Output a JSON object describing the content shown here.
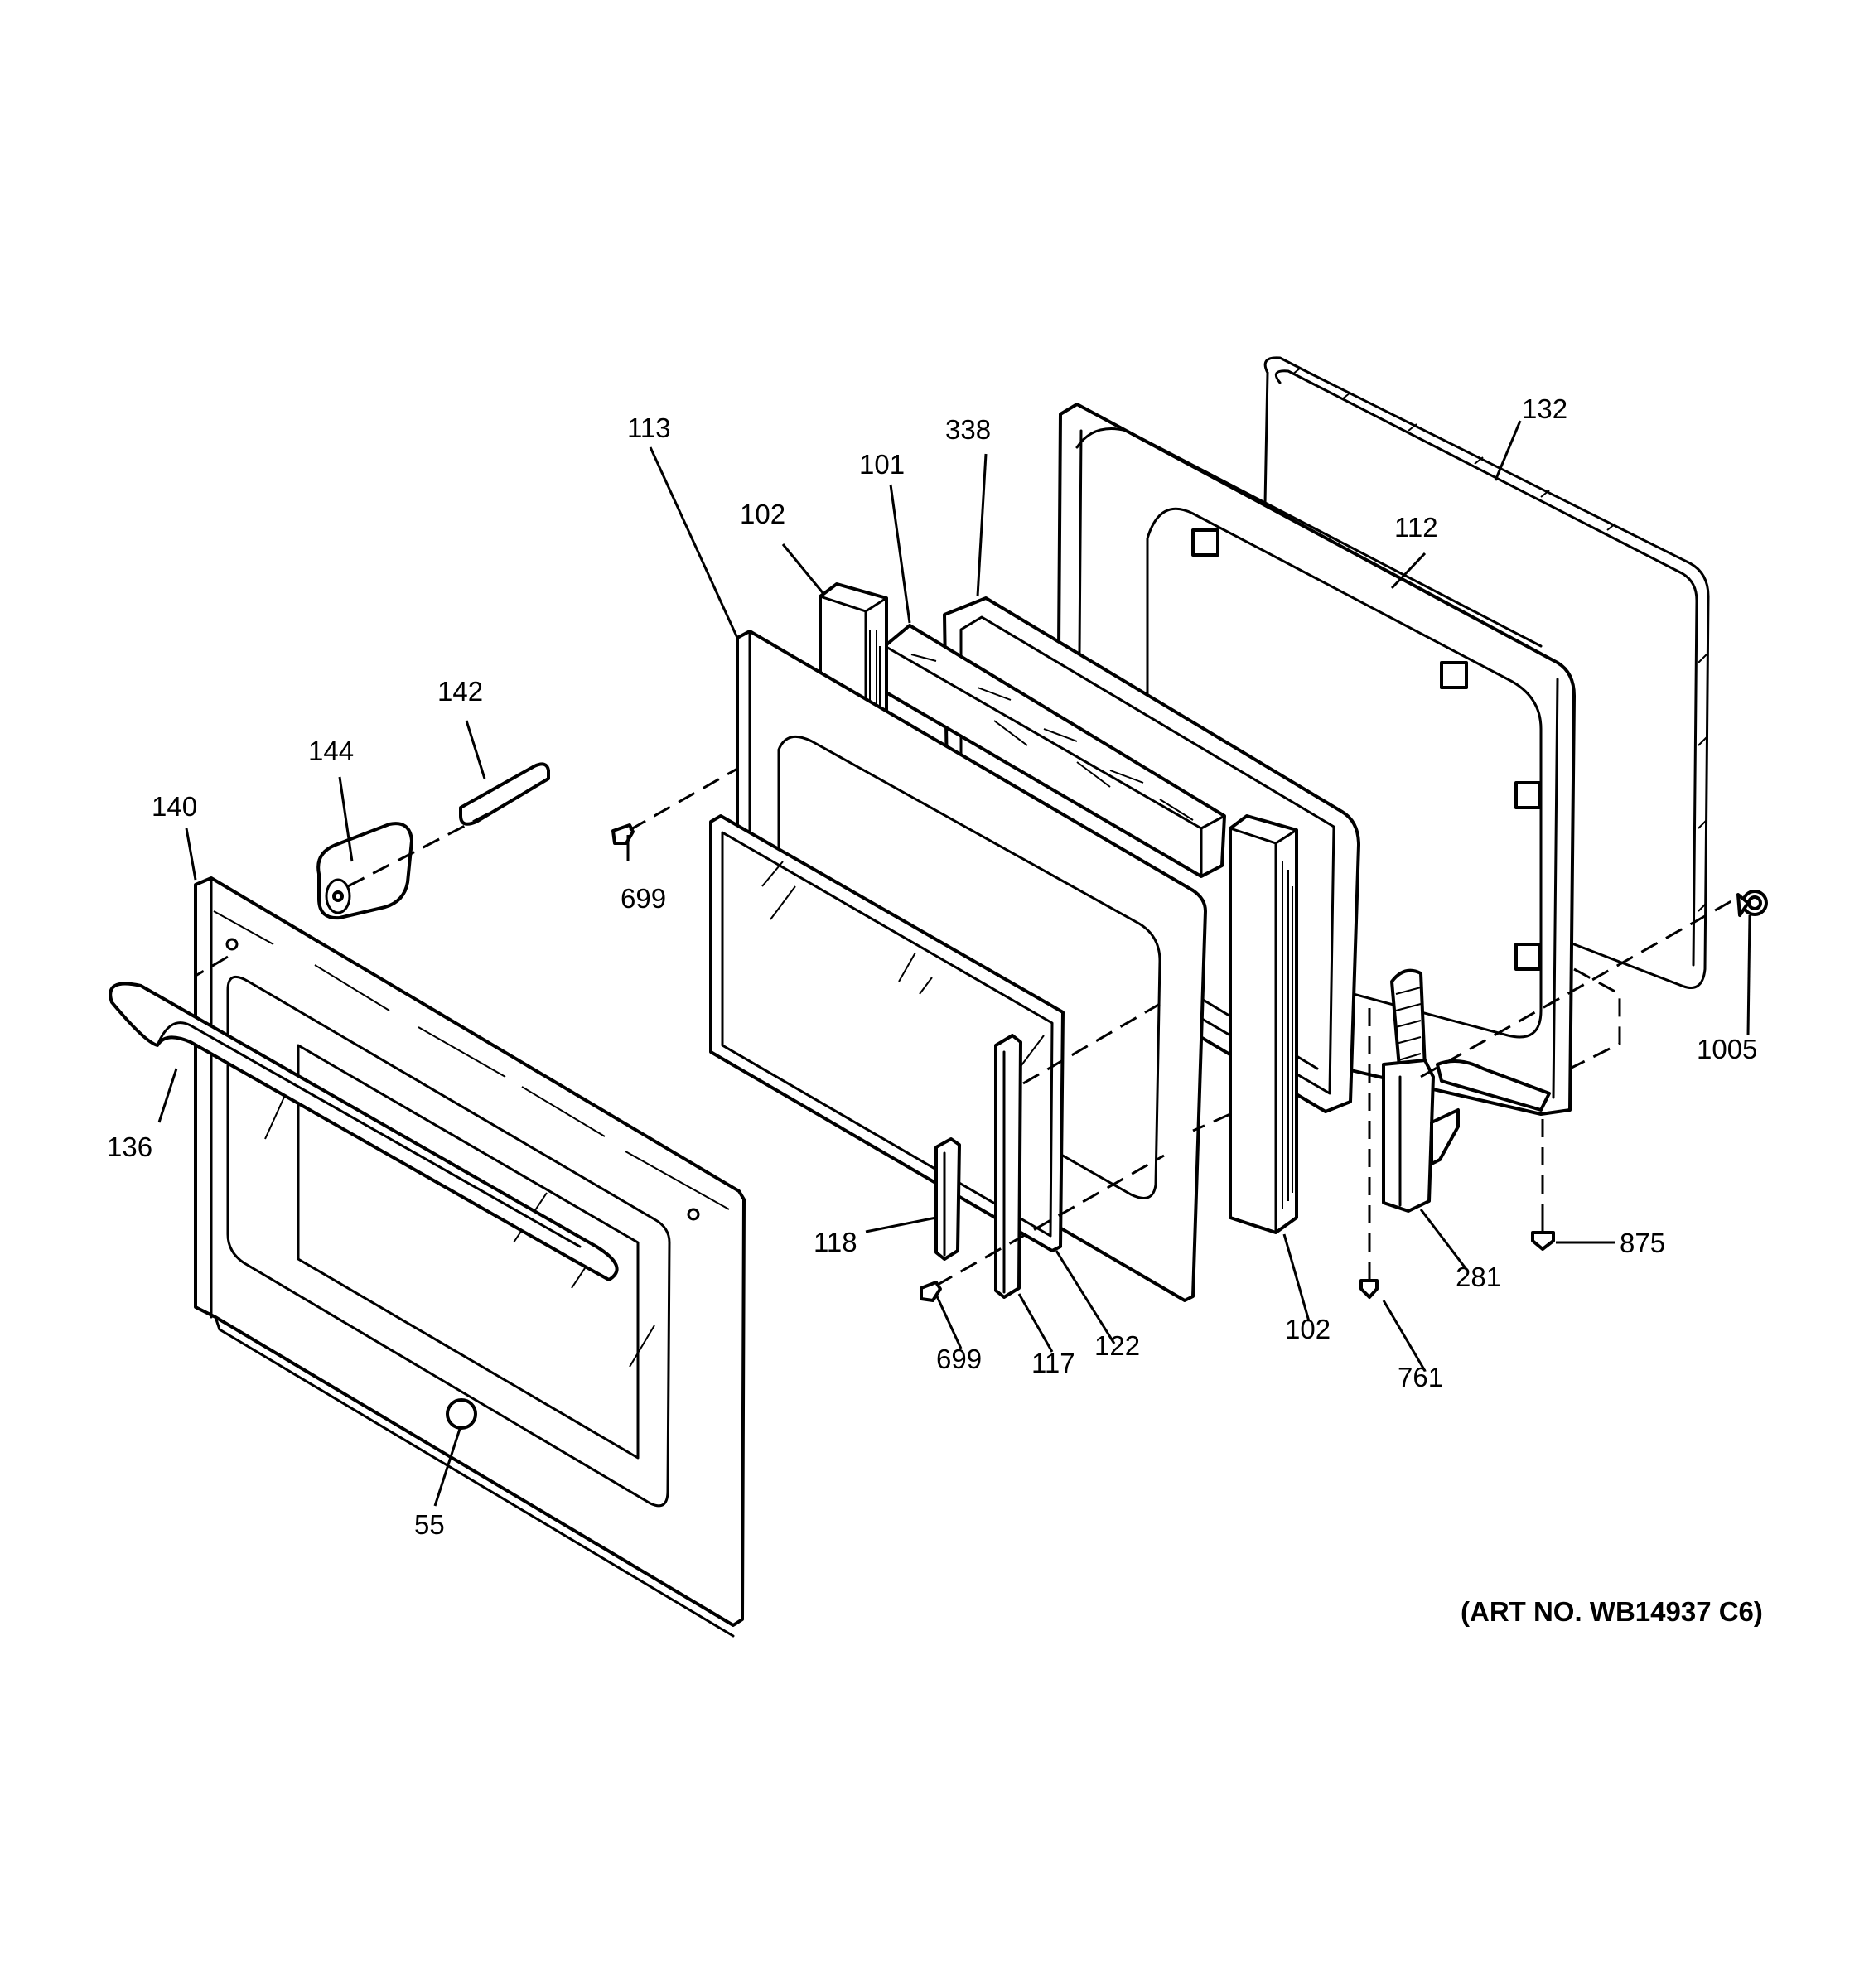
{
  "art_number": "(ART NO. WB14937 C6)",
  "callouts": {
    "c113": "113",
    "c102_top": "102",
    "c101": "101",
    "c338": "338",
    "c132": "132",
    "c112": "112",
    "c142": "142",
    "c144": "144",
    "c140": "140",
    "c699_top": "699",
    "c1005": "1005",
    "c136": "136",
    "c118": "118",
    "c699_bottom": "699",
    "c117": "117",
    "c122": "122",
    "c102_bottom": "102",
    "c761": "761",
    "c281": "281",
    "c875": "875",
    "c55": "55"
  }
}
